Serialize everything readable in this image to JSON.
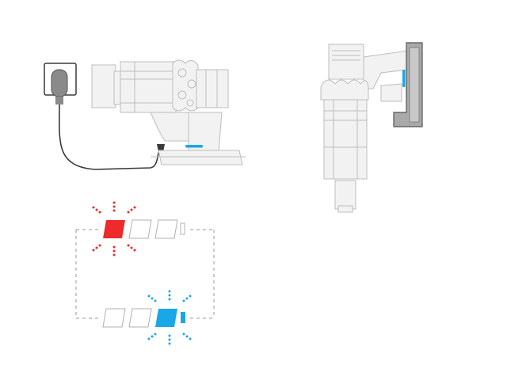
{
  "colors": {
    "outline": "#bdbdbd",
    "fill": "#f2f2f2",
    "cable": "#3a3a3a",
    "socket_plug": "#8a8a8a",
    "dock": "#a9a9a9",
    "red": "#ee2a2a",
    "blue": "#1aa7e8",
    "dash": "#9a9a9a",
    "empty_cell": "#b0b0b0"
  },
  "icons": {
    "wall_socket": "wall-socket-icon",
    "charger_plug": "charger-plug-icon",
    "vacuum": "handheld-vacuum-icon",
    "docked_vacuum": "docked-vacuum-icon",
    "battery": "battery-indicator-icon",
    "flash": "flash-burst-icon"
  },
  "battery_indicator": {
    "cells": 3,
    "low_state": {
      "lit_cell": 1,
      "color": "red"
    },
    "full_state": {
      "lit_cell": 3,
      "color": "blue"
    }
  }
}
